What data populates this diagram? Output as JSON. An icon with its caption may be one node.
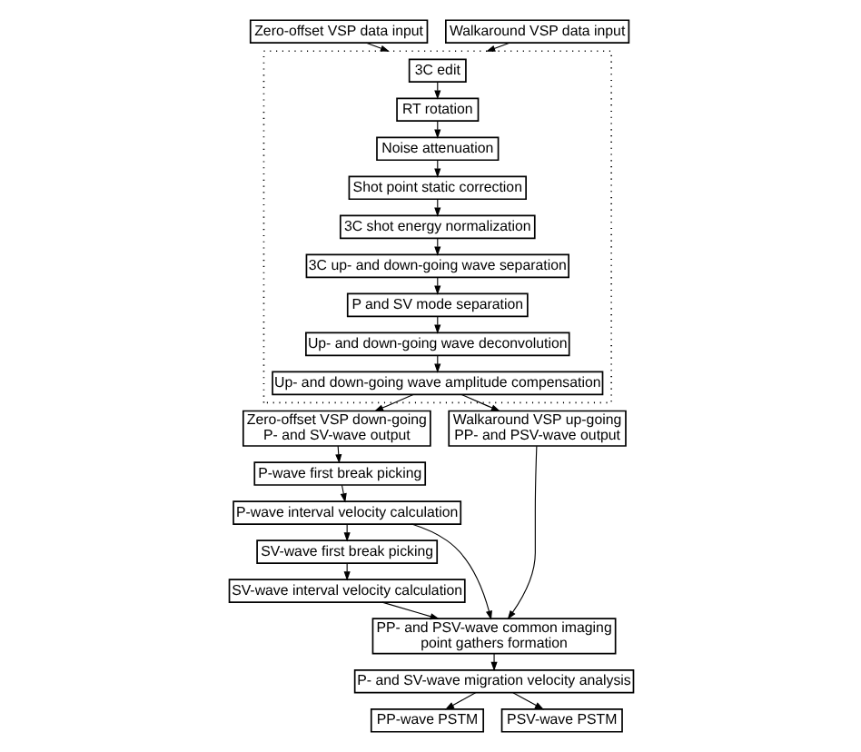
{
  "diagram": {
    "nodes": [
      {
        "text": [
          "Zero-offset VSP data input"
        ]
      },
      {
        "text": [
          "Walkaround VSP data input"
        ]
      },
      {
        "text": [],
        "shape": "box"
      },
      {
        "text": [
          "3C edit"
        ],
        "in": 2
      },
      {
        "text": [
          "RT rotation"
        ],
        "in": 2
      },
      {
        "text": [
          "Noise attenuation"
        ],
        "in": 2
      },
      {
        "text": [
          "Shot point static correction"
        ],
        "in": 2
      },
      {
        "text": [
          "3C shot energy normalization"
        ],
        "in": 2
      },
      {
        "text": [
          "3C up- and down-going wave separation"
        ],
        "in": 2
      },
      {
        "text": [
          "P and SV mode separation"
        ],
        "in": 2
      },
      {
        "text": [
          "Up- and down-going wave deconvolution"
        ],
        "in": 2
      },
      {
        "text": [
          "Up- and down-going wave amplitude compensation"
        ],
        "in": 2
      },
      {
        "text": [
          "Zero-offset VSP down-going P- and SV-wave output"
        ]
      },
      {
        "text": [
          "Walkaround VSP up-going PP- and PSV-wave output"
        ]
      },
      {
        "text": [
          "P-wave first break picking"
        ]
      },
      {
        "text": [
          "P-wave interval velocity calculation"
        ]
      },
      {
        "text": [
          "SV-wave first break picking"
        ]
      },
      {
        "text": [
          "SV-wave interval velocity calculation"
        ]
      },
      {
        "text": [
          "PP- and PSV-wave common imaging point gathers formation"
        ]
      },
      {
        "text": [
          "P- and SV-wave migration velocity analysis"
        ]
      },
      {
        "text": [
          "PP-wave PSTM"
        ]
      },
      {
        "text": [
          "PSV-wave PSTM"
        ]
      }
    ],
    "edges": [
      {
        "from": 0,
        "to": 2,
        "arrow": "to"
      },
      {
        "from": 1,
        "to": 2,
        "arrow": "to"
      },
      {
        "from": 3,
        "to": 4,
        "arrow": "to"
      },
      {
        "from": 4,
        "to": 5,
        "arrow": "to"
      },
      {
        "from": 5,
        "to": 6,
        "arrow": "to"
      },
      {
        "from": 6,
        "to": 7,
        "arrow": "to"
      },
      {
        "from": 7,
        "to": 8,
        "arrow": "to"
      },
      {
        "from": 8,
        "to": 9,
        "arrow": "to"
      },
      {
        "from": 9,
        "to": 10,
        "arrow": "to"
      },
      {
        "from": 10,
        "to": 11,
        "arrow": "to"
      },
      {
        "from": 11,
        "to": 12,
        "arrow": "to"
      },
      {
        "from": 11,
        "to": 13,
        "arrow": "to"
      },
      {
        "from": 12,
        "to": 14,
        "arrow": "to"
      },
      {
        "from": 14,
        "to": 15,
        "arrow": "to"
      },
      {
        "from": 15,
        "to": 16,
        "arrow": "to"
      },
      {
        "from": 16,
        "to": 17,
        "arrow": "to"
      },
      {
        "from": 13,
        "to": 18,
        "arrow": "to"
      },
      {
        "from": 15,
        "to": 18,
        "arrow": "to"
      },
      {
        "from": 17,
        "to": 18,
        "arrow": "to"
      },
      {
        "from": 18,
        "to": 19,
        "arrow": "to"
      },
      {
        "from": 19,
        "to": 20,
        "arrow": "to"
      },
      {
        "from": 19,
        "to": 21,
        "arrow": "to"
      }
    ]
  }
}
